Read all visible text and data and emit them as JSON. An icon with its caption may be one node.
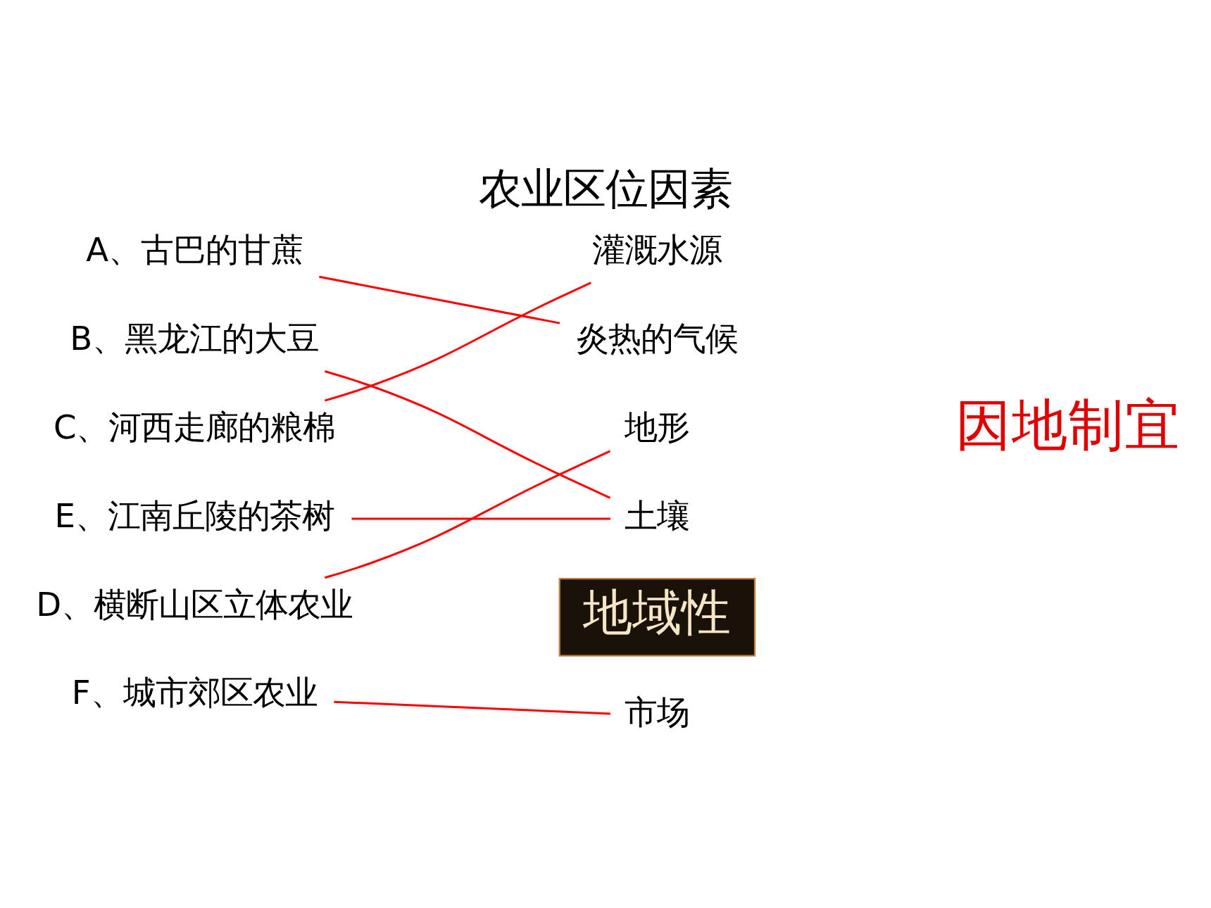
{
  "diagram": {
    "title": "农业区位因素",
    "nodes": [
      {
        "text": [
          "A、古巴的甘蔗"
        ]
      },
      {
        "text": [
          "B、黑龙江的大豆"
        ]
      },
      {
        "text": [
          "C、河西走廊的粮棉"
        ]
      },
      {
        "text": [
          "E、江南丘陵的茶树"
        ]
      },
      {
        "text": [
          "D、横断山区立体农业"
        ]
      },
      {
        "text": [
          "F、城市郊区农业"
        ]
      },
      {
        "text": [
          "灌溉水源"
        ]
      },
      {
        "text": [
          "炎热的气候"
        ]
      },
      {
        "text": [
          "地形"
        ]
      },
      {
        "text": [
          "土壤"
        ]
      },
      {
        "text": [
          "市场"
        ]
      },
      {
        "text": [
          "地域性"
        ]
      }
    ],
    "edges": [
      {
        "from": 0,
        "to": 7,
        "arrow": "none"
      },
      {
        "from": 1,
        "to": 9,
        "arrow": "none"
      },
      {
        "from": 2,
        "to": 6,
        "arrow": "none"
      },
      {
        "from": 3,
        "to": 9,
        "arrow": "none"
      },
      {
        "from": 4,
        "to": 8,
        "arrow": "none"
      },
      {
        "from": 5,
        "to": 10,
        "arrow": "none"
      }
    ],
    "labels": [
      "因地制宜"
    ]
  }
}
